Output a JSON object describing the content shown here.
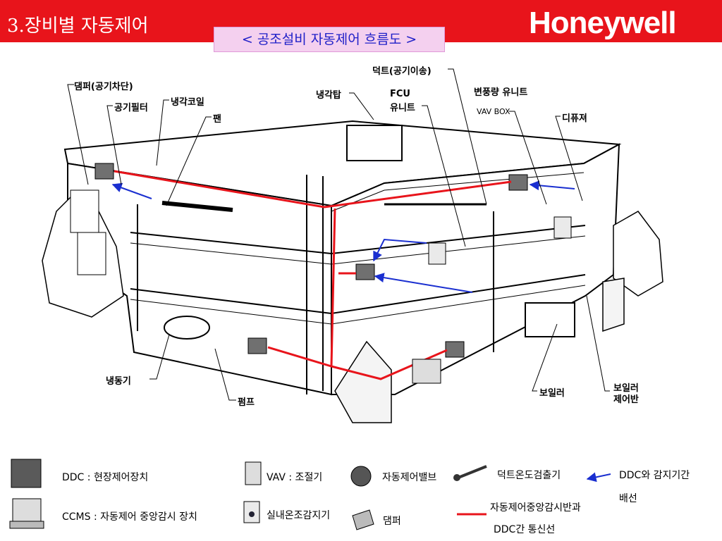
{
  "header": {
    "title": "3.장비별 자동제어",
    "logo": "Honeywell",
    "bg_color": "#e8141b"
  },
  "subtitle": "< 공조설비 자동제어 흐름도 >",
  "labels": {
    "damper": "댐퍼(공기차단)",
    "air_filter": "공기필터",
    "cooling_coil": "냉각코일",
    "fan": "팬",
    "cooling_tower": "냉각탑",
    "duct": "덕트(공기이송)",
    "fcu_line1": "FCU",
    "fcu_line2": "유니트",
    "vav_unit": "변풍량 유니트",
    "vav_box": "VAV BOX",
    "diffuser": "디퓨져",
    "chiller": "냉동기",
    "pump": "펌프",
    "boiler": "보일러",
    "boiler_panel_line1": "보일러",
    "boiler_panel_line2": "제어반"
  },
  "legend": {
    "ddc": "DDC : 현장제어장치",
    "ccms": "CCMS : 자동제어 중앙감시 장치",
    "vav": "VAV : 조절기",
    "room_sensor": "실내온조감지기",
    "valve": "자동제어밸브",
    "damper": "댐퍼",
    "duct_sensor": "덕트온도검출기",
    "wiring_line1": "DDC와 감지기간",
    "wiring_line2": "배선",
    "comm_line1": "자동제어중앙감시반과",
    "comm_line2": "DDC간 통신선"
  },
  "colors": {
    "comm_line": "#e8141b",
    "wiring_line": "#1a2fd0",
    "subtitle_bg": "#f4d0ef",
    "subtitle_text": "#2020c8"
  }
}
